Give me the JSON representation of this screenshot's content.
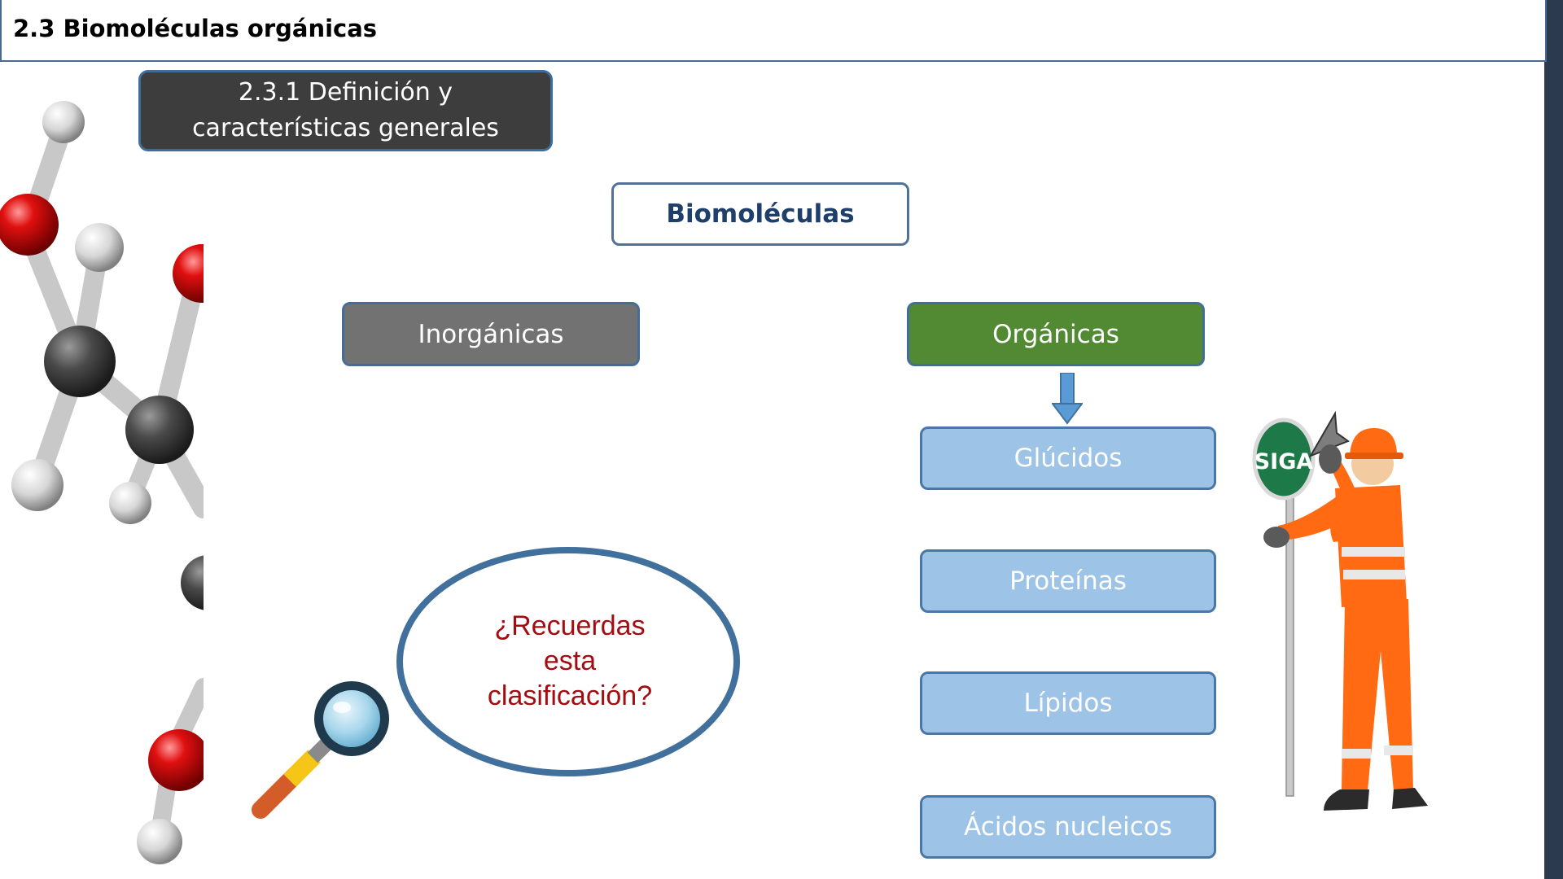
{
  "header": {
    "title": "2.3 Biomoléculas orgánicas"
  },
  "subtitle": {
    "text": "2.3.1 Definición y características generales"
  },
  "diagram": {
    "root": "Biomoléculas",
    "inorganic": "Inorgánicas",
    "organic": "Orgánicas",
    "organic_children": [
      "Glúcidos",
      "Proteínas",
      "Lípidos",
      "Ácidos nucleicos"
    ]
  },
  "bubble": {
    "line1": "¿Recuerdas",
    "line2": "esta",
    "line3": "clasificación?"
  },
  "sign": {
    "text": "SIGA"
  },
  "colors": {
    "organic": "#518a33",
    "inorganic": "#727272",
    "child": "#9dc3e6",
    "question_text": "#a30d12",
    "bubble_border": "#41709c"
  },
  "icons": [
    "molecule-illustration",
    "magnifier-icon",
    "worker-with-sign-illustration",
    "down-arrow-icon"
  ]
}
